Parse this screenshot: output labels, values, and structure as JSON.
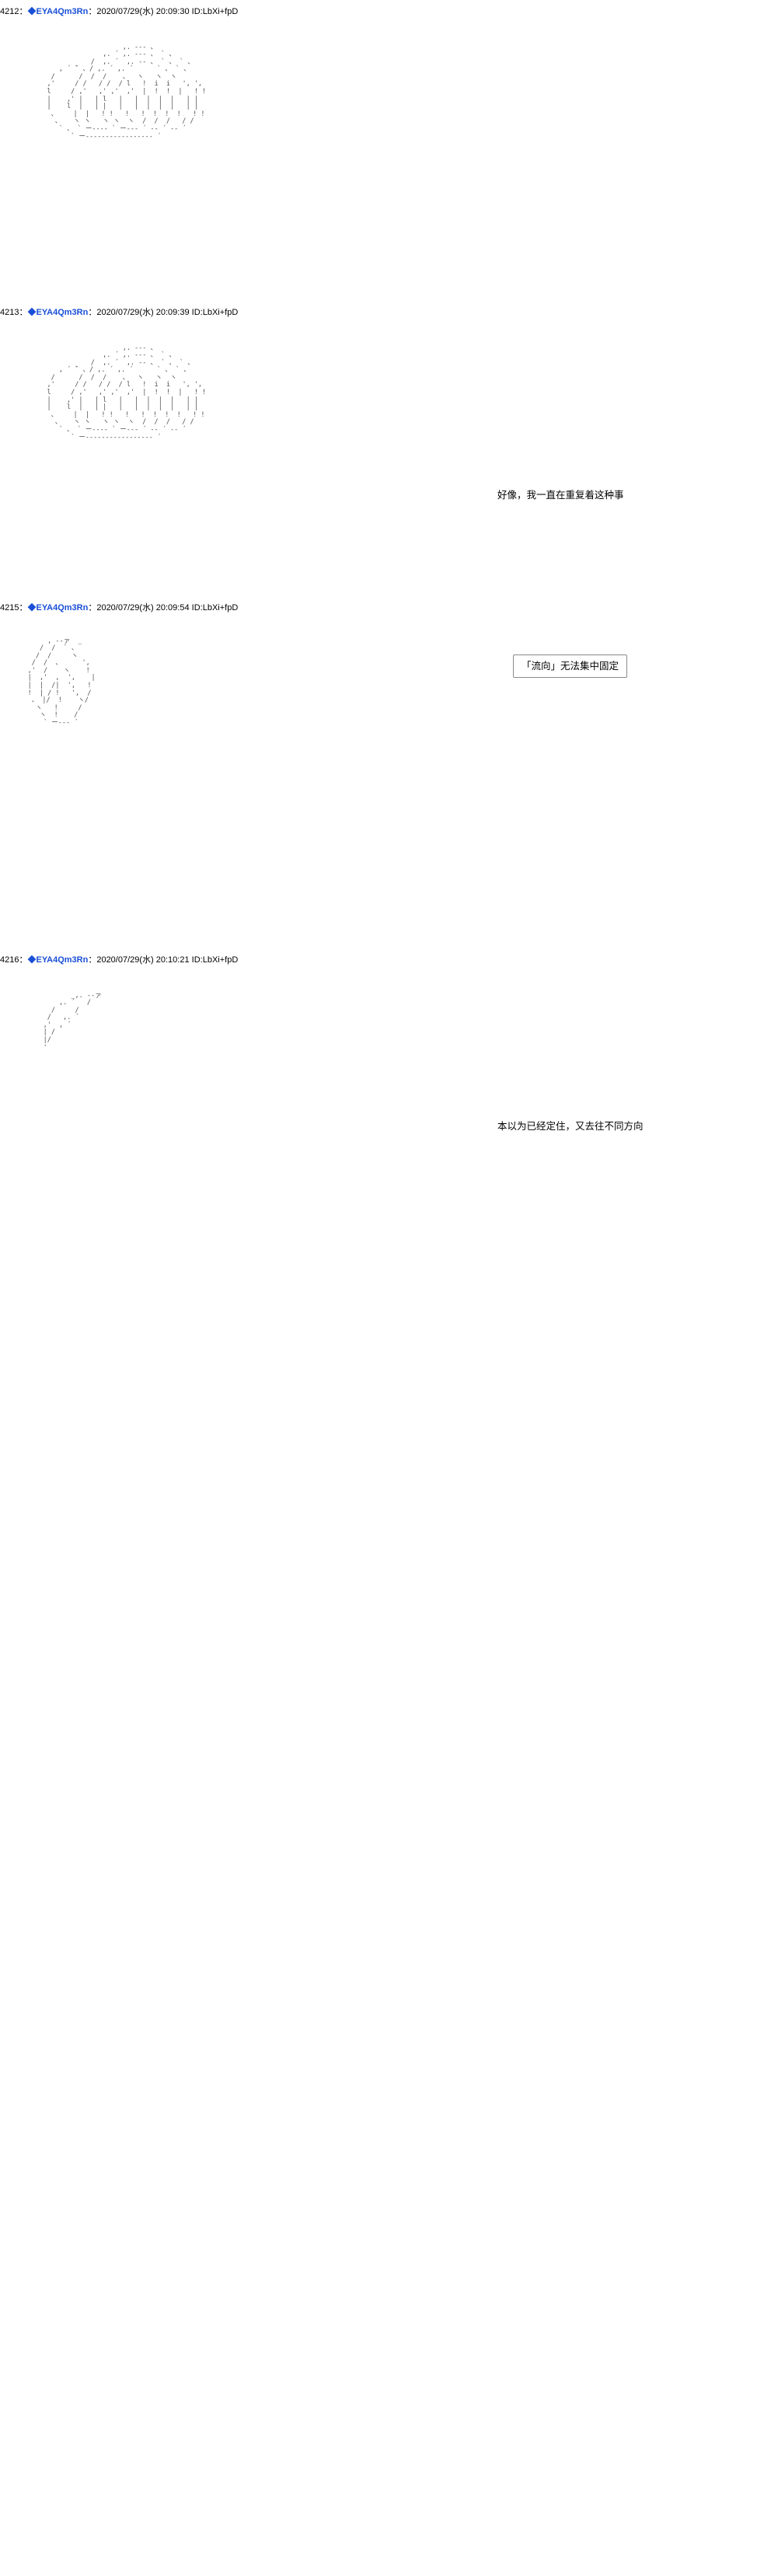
{
  "meta": {
    "thread_name": "◆EYA4Qm3Rn",
    "date_prefix": "2020/07/29(水)"
  },
  "posts": [
    {
      "number": "4212",
      "sep": "：",
      "diamond": "◆",
      "name": "EYA4Qm3Rn",
      "colon": "：",
      "date": "2020/07/29(水) 20:09:30",
      "id": "ID:LbXi+fpD",
      "aa": "                       ,. -‐- 、\n                  ,. ´ ,. --- 、 ` 、\n               /  ,. ´  ,. -- 、 ` 、 ` 、\n       , ´ ̄` 、/ ,. ´ ,. ´      ` 、 ` 、\n     /      /  /  /    、  ヽ   ヽ  ヽ\n    ,'     / /   / /  / l   !  i  i   ', ',\n    l     / ,'   ,' ,'  ,'  |  !  !  |   ! !\n    |    ,' |   | l   |   |  |  |  |   | |\n    |    l  |   | |   |   |  |  |  |   | |\n     、    |  |   ! !   !   !  !  !  !   ! !\n      、   ヽ ヽ   ヽ ヽ  ヽ  /  /  /   / /\n       ` 、 ` ー---- ` ー--- ´ -- ´ -- ´\n          ` ー----------------- ´",
      "say": "",
      "saybox": ""
    },
    {
      "number": "4213",
      "sep": "：",
      "diamond": "◆",
      "name": "EYA4Qm3Rn",
      "colon": "：",
      "date": "2020/07/29(水) 20:09:39",
      "id": "ID:LbXi+fpD",
      "aa": "                       ,. -‐- 、\n                  ,. ´ ,. --- 、 ` 、\n               /  ,. ´  ,. -- 、 ` 、 ` 、\n       , ´ ̄` 、/ ,. ´ ,. ´      ` 、 ` 、\n     /      /  /  /    、  ヽ   ヽ  ヽ\n    ,'     / /   / /  / l   !  i  i   ', ',\n    l     / ,'   ,' ,'  ,'  |  !  !  |   ! !\n    |    ,' |   | l   |   |  |  |  |   | |\n    |    l  |   | |   |   |  |  |  |   | |\n     、    |  |   ! !   !   !  !  !  !   ! !\n      、   ヽ ヽ   ヽ ヽ  ヽ  /  /  /   / /\n       ` 、 ` ー---- ` ー--- ´ -- ´ -- ´\n          ` ー----------------- ´",
      "say": "好像，我一直在重复着这种事",
      "saybox": ""
    },
    {
      "number": "4215",
      "sep": "：",
      "diamond": "◆",
      "name": "EYA4Qm3Rn",
      "colon": "：",
      "date": "2020/07/29(水) 20:09:54",
      "id": "ID:LbXi+fpD",
      "aa": "          , -‐ァ  _\n        /  /  ` 、\n       /  /     ヽ\n      /  /  、     ',\n     ,'  /    ヽ    !\n     |  ,'  ,  ',    |\n     |  |  /|  ',   !\n     !  | / !   ',  /\n      、 |/  !    ヽ/\n       ヽ   !     /\n        ヽ  !    /\n         ` ー--- ´",
      "say": "",
      "saybox": "「流向」无法集中固定"
    },
    {
      "number": "4216",
      "sep": "：",
      "diamond": "◆",
      "name": "EYA4Qm3Rn",
      "colon": "：",
      "date": "2020/07/29(水) 20:10:21",
      "id": "ID:LbXi+fpD",
      "aa": "            _,. -‐ァ\n         ,. ´   /\n       /     /\n      /   ,. ´\n     ,'  , ´\n     | /\n     |/\n     '",
      "say": "本以为已经定住，又去往不同方向",
      "saybox": ""
    }
  ]
}
